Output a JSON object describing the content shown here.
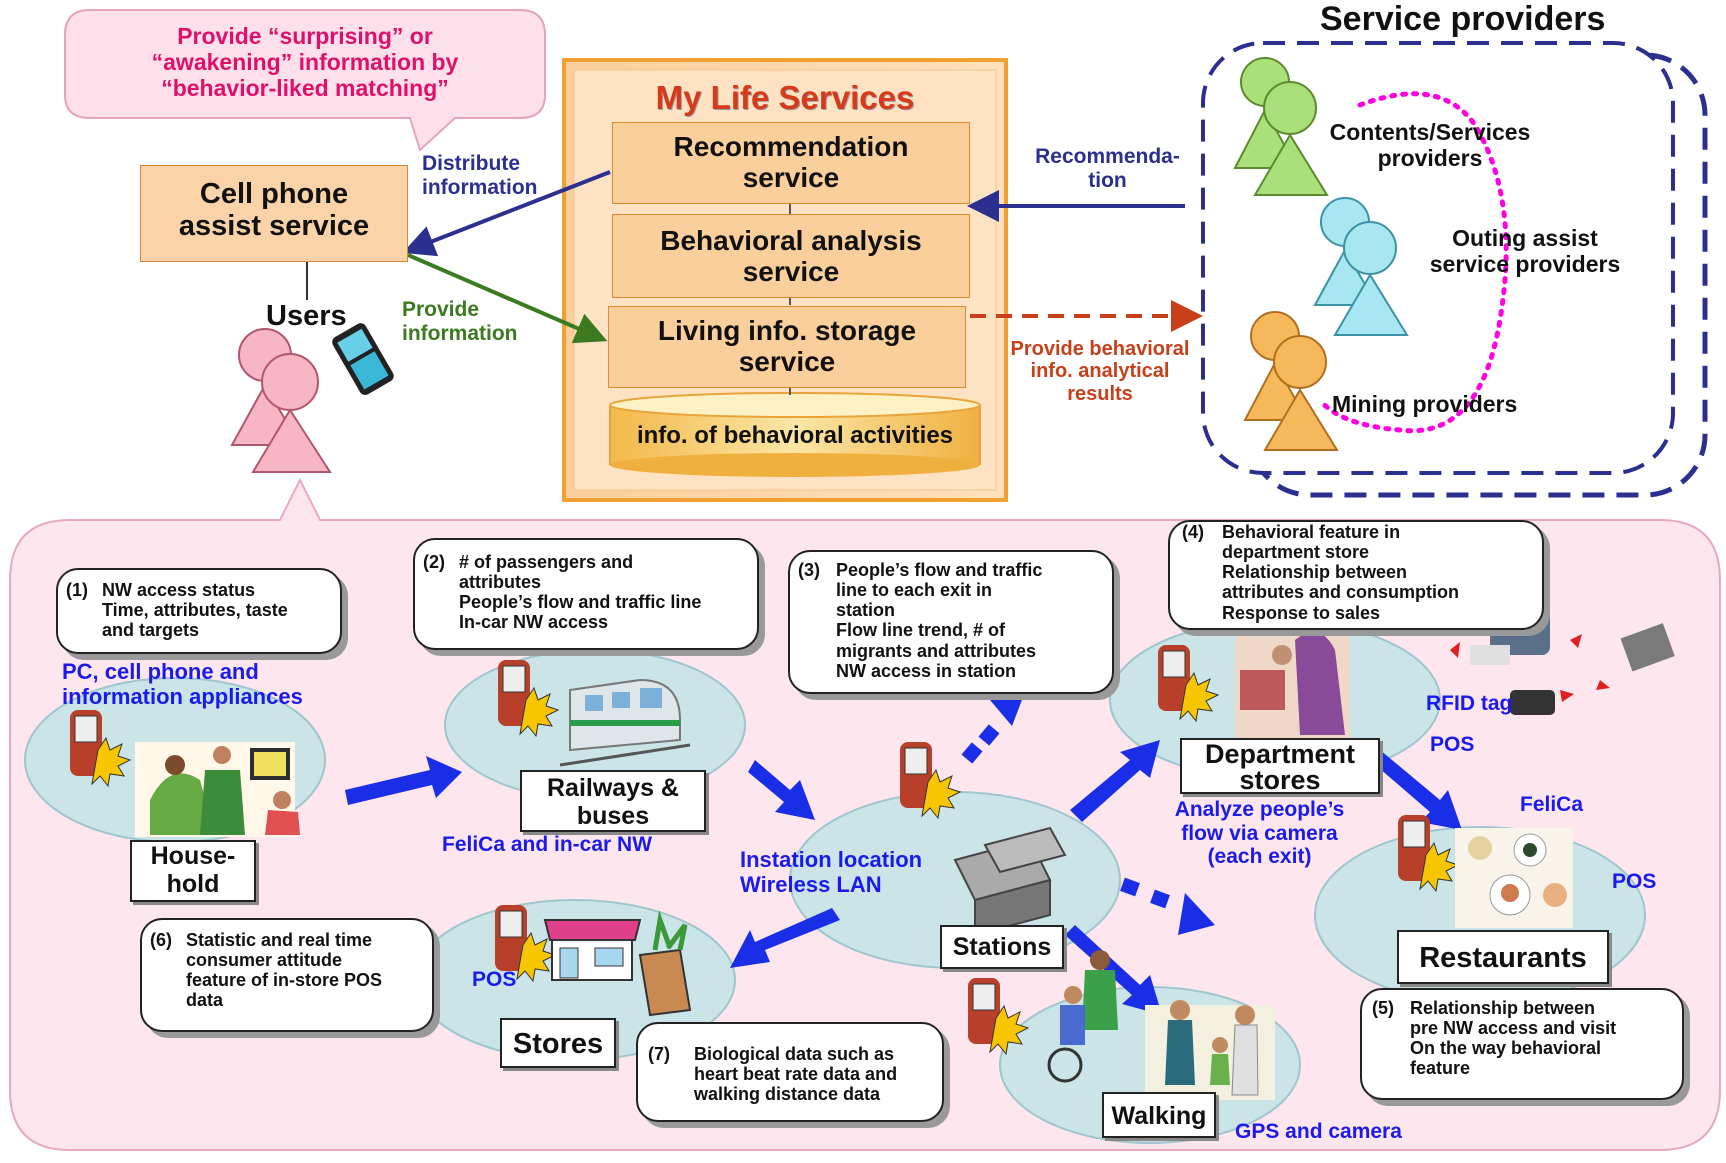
{
  "callout_top": "Provide “surprising” or\n“awakening” information by\n“behavior-liked matching”",
  "cell_phone_service": "Cell phone\nassist service",
  "users_label": "Users",
  "distribute_label": "Distribute\ninformation",
  "provide_info_label": "Provide\ninformation",
  "mylife": {
    "title": "My Life Services",
    "recommendation": "Recommendation\nservice",
    "behavioral": "Behavioral analysis\nservice",
    "living": "Living info. storage\nservice",
    "storage": "info. of behavioral activities"
  },
  "recommendation_arrow_label": "Recommenda-\ntion",
  "provide_behavioral_label": "Provide behavioral\ninfo. analytical\nresults",
  "providers": {
    "title": "Service providers",
    "contents": "Contents/Services\nproviders",
    "outing": "Outing assist\nservice providers",
    "mining": "Mining providers"
  },
  "notes": {
    "n1_num": "(1)",
    "n1": "NW access status\nTime, attributes, taste\nand targets",
    "n2_num": "(2)",
    "n2": " # of passengers and\nattributes\nPeople’s flow and traffic line\nIn-car NW access",
    "n3_num": "(3)",
    "n3": "People’s flow and traffic\nline to each exit in\nstation\nFlow line trend, # of\nmigrants and attributes\nNW access in station",
    "n4_num": "(4)",
    "n4": "Behavioral  feature  in\ndepartment store\nRelationship between\nattributes and consumption\nResponse to sales",
    "n5_num": "(5)",
    "n5": "Relationship between\npre NW access and  visit\nOn the way behavioral\nfeature",
    "n6_num": "(6)",
    "n6": "Statistic and real time\nconsumer attitude\nfeature of in-store POS\ndata",
    "n7_num": "(7)",
    "n7": "Biological data such as\nheart beat rate data and\nwalking distance data"
  },
  "places": {
    "household": "House-\nhold",
    "railways": "Railways &\nbuses",
    "stations": "Stations",
    "department": "Department\nstores",
    "restaurants": "Restaurants",
    "stores": "Stores",
    "walking": "Walking"
  },
  "tech": {
    "pc": "PC, cell phone and\ninformation appliances",
    "felica_car": "FeliCa and in-car NW",
    "instation": "Instation location\nWireless LAN",
    "analyze": "Analyze people’s\nflow via camera\n(each exit)",
    "rfid": "RFID tag",
    "pos_dept": "POS",
    "felica_rest": "FeliCa",
    "pos_rest": "POS",
    "pos_store": "POS",
    "gps": "GPS and camera"
  },
  "colors": {
    "orange_fill": "#fbd3a8",
    "pink_fill": "#fde6ee",
    "blue_arrow": "#1a2ee8",
    "navy_arrow": "#2b2f8f",
    "green_arrow": "#3b7a1e",
    "red_dashed": "#c8401a",
    "magenta_dotted": "#ff00e0"
  }
}
